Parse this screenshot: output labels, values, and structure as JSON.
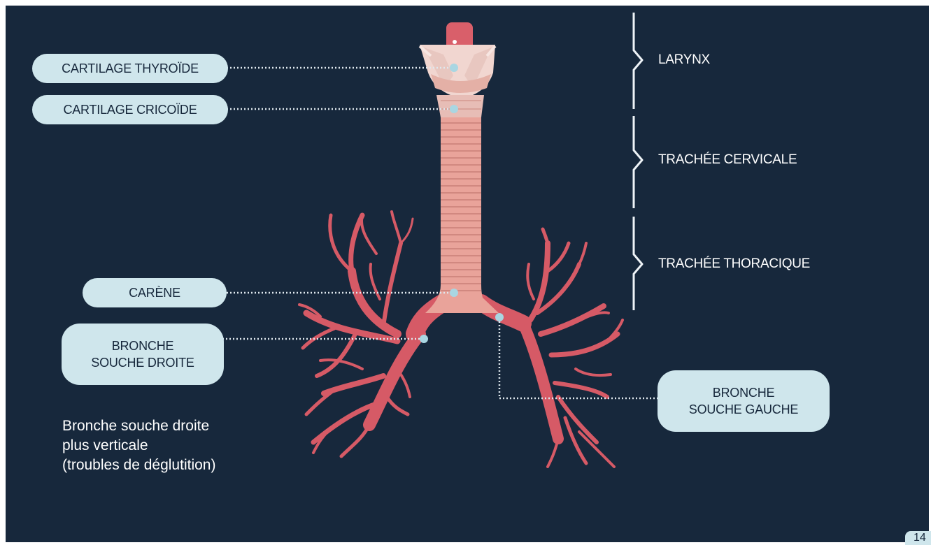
{
  "labels": {
    "thyroid": "CARTILAGE THYROÏDE",
    "cricoid": "CARTILAGE CRICOÏDE",
    "carina": "CARÈNE",
    "right_bronchus": [
      "BRONCHE",
      "SOUCHE DROITE"
    ],
    "left_bronchus": [
      "BRONCHE",
      "SOUCHE GAUCHE"
    ]
  },
  "regions": {
    "larynx": "LARYNX",
    "cervical_trachea": "TRACHÉE CERVICALE",
    "thoracic_trachea": "TRACHÉE THORACIQUE"
  },
  "note": [
    "Bronche souche droite",
    "plus verticale",
    "(troubles de déglutition)"
  ],
  "page_number": "14",
  "colors": {
    "background": "#17283c",
    "pill": "#cfe6ec",
    "trachea": "#e9a39a",
    "bronchi": "#d65a66",
    "cartilage": "#f1d6d0",
    "leader_line": "#dfe8ee",
    "marker": "#a9d6e2"
  }
}
